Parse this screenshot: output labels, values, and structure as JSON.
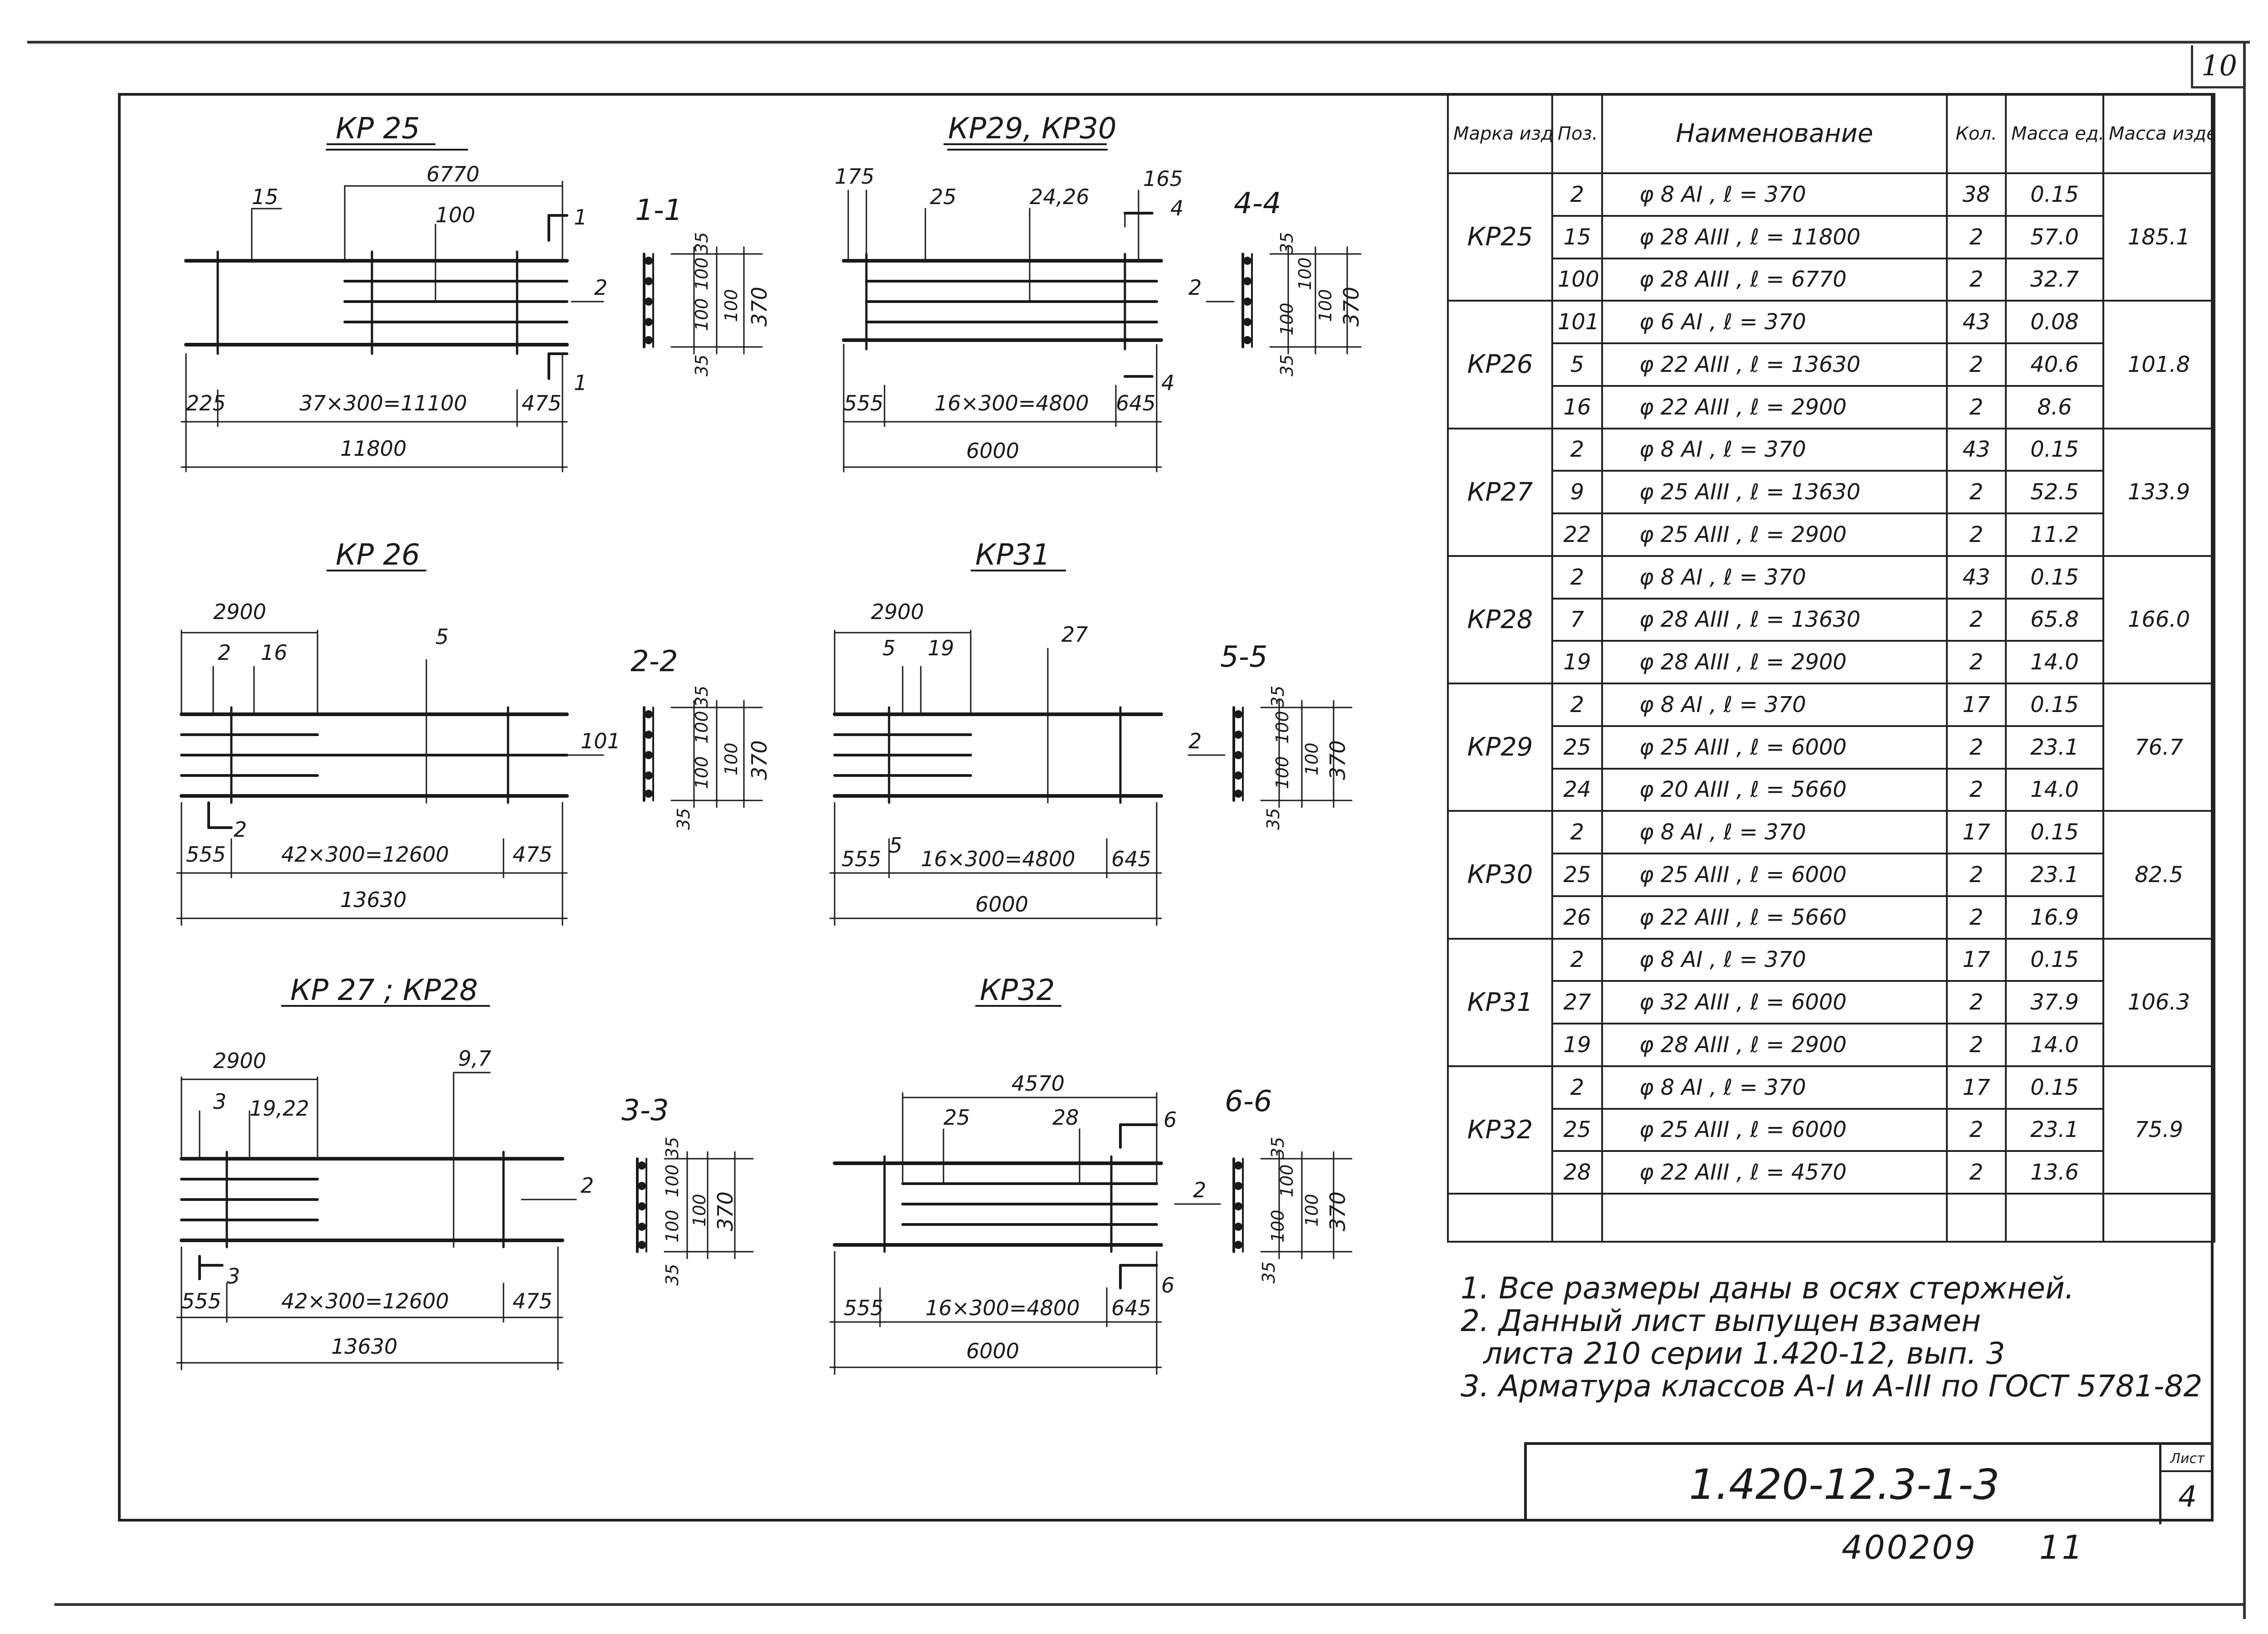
{
  "sheet": {
    "top_number": "10",
    "stamp_code": "1.420-12.3-1-3",
    "stamp_sheet_label": "Лист",
    "stamp_sheet_number": "4",
    "archive_number": "400209",
    "archive_suffix": "11"
  },
  "details": {
    "kr25": {
      "title": "КР 25",
      "section": "1-1",
      "section_mark": "1",
      "dims_top": [
        "15",
        "6770",
        "100"
      ],
      "bar_label": "2",
      "spacing": "37×300=11100",
      "left_offset": "225",
      "right_offset": "475",
      "total": "11800",
      "sec_dims": [
        "35",
        "100",
        "100",
        "100",
        "35",
        "370"
      ]
    },
    "kr29": {
      "title": "КР29, КР30",
      "section": "4-4",
      "section_mark": "4",
      "dims_top": [
        "175",
        "25",
        "24,26",
        "165"
      ],
      "bar_label": "2",
      "spacing": "16×300=4800",
      "left_offset": "555",
      "right_offset": "645",
      "total": "6000",
      "sec_dims": [
        "35",
        "100",
        "100",
        "100",
        "35",
        "370"
      ]
    },
    "kr26": {
      "title": "КР 26",
      "section": "2-2",
      "section_mark": "2",
      "dims_top": [
        "2900",
        "2",
        "16",
        "5"
      ],
      "bar_label": "101",
      "spacing": "42×300=12600",
      "left_offset": "555",
      "right_offset": "475",
      "total": "13630",
      "sec_dims": [
        "35",
        "100",
        "100",
        "100",
        "35",
        "370"
      ]
    },
    "kr31": {
      "title": "КР31",
      "section": "5-5",
      "section_mark": "5",
      "dims_top": [
        "2900",
        "5",
        "19",
        "27"
      ],
      "bar_label": "2",
      "spacing": "16×300=4800",
      "left_offset": "555",
      "right_offset": "645",
      "total": "6000",
      "sec_dims": [
        "35",
        "100",
        "100",
        "100",
        "35",
        "370"
      ]
    },
    "kr27": {
      "title": "КР 27 ; КР28",
      "section": "3-3",
      "section_mark": "3",
      "dims_top": [
        "2900",
        "3",
        "19,22",
        "9,7"
      ],
      "bar_label": "2",
      "spacing": "42×300=12600",
      "left_offset": "555",
      "right_offset": "475",
      "total": "13630",
      "sec_dims": [
        "35",
        "100",
        "100",
        "100",
        "35",
        "370"
      ]
    },
    "kr32": {
      "title": "КР32",
      "section": "6-6",
      "section_mark": "6",
      "dims_top": [
        "4570",
        "25",
        "28"
      ],
      "bar_label": "2",
      "spacing": "16×300=4800",
      "left_offset": "555",
      "right_offset": "645",
      "total": "6000",
      "sec_dims": [
        "35",
        "100",
        "100",
        "100",
        "35",
        "370"
      ]
    }
  },
  "spec": {
    "headers": {
      "brand": "Марка изделия",
      "pos": "Поз.",
      "name": "Наименование",
      "qty": "Кол.",
      "unit_mass": "Масса ед. кг",
      "total_mass": "Масса изделия кг"
    },
    "groups": [
      {
        "brand": "КР25",
        "total": "185.1",
        "rows": [
          {
            "pos": "2",
            "name": "φ 8 AI , ℓ = 370",
            "qty": "38",
            "mass": "0.15"
          },
          {
            "pos": "15",
            "name": "φ 28 AIII , ℓ = 11800",
            "qty": "2",
            "mass": "57.0"
          },
          {
            "pos": "100",
            "name": "φ 28 AIII , ℓ = 6770",
            "qty": "2",
            "mass": "32.7"
          }
        ]
      },
      {
        "brand": "КР26",
        "total": "101.8",
        "rows": [
          {
            "pos": "101",
            "name": "φ 6 AI , ℓ = 370",
            "qty": "43",
            "mass": "0.08"
          },
          {
            "pos": "5",
            "name": "φ 22 AIII , ℓ = 13630",
            "qty": "2",
            "mass": "40.6"
          },
          {
            "pos": "16",
            "name": "φ 22 AIII , ℓ = 2900",
            "qty": "2",
            "mass": "8.6"
          }
        ]
      },
      {
        "brand": "КР27",
        "total": "133.9",
        "rows": [
          {
            "pos": "2",
            "name": "φ 8 AI , ℓ = 370",
            "qty": "43",
            "mass": "0.15"
          },
          {
            "pos": "9",
            "name": "φ 25 AIII , ℓ = 13630",
            "qty": "2",
            "mass": "52.5"
          },
          {
            "pos": "22",
            "name": "φ 25 AIII , ℓ = 2900",
            "qty": "2",
            "mass": "11.2"
          }
        ]
      },
      {
        "brand": "КР28",
        "total": "166.0",
        "rows": [
          {
            "pos": "2",
            "name": "φ 8 AI , ℓ = 370",
            "qty": "43",
            "mass": "0.15"
          },
          {
            "pos": "7",
            "name": "φ 28 AIII , ℓ = 13630",
            "qty": "2",
            "mass": "65.8"
          },
          {
            "pos": "19",
            "name": "φ 28 AIII , ℓ = 2900",
            "qty": "2",
            "mass": "14.0"
          }
        ]
      },
      {
        "brand": "КР29",
        "total": "76.7",
        "rows": [
          {
            "pos": "2",
            "name": "φ 8 AI , ℓ = 370",
            "qty": "17",
            "mass": "0.15"
          },
          {
            "pos": "25",
            "name": "φ 25 AIII , ℓ = 6000",
            "qty": "2",
            "mass": "23.1"
          },
          {
            "pos": "24",
            "name": "φ 20 AIII , ℓ = 5660",
            "qty": "2",
            "mass": "14.0"
          }
        ]
      },
      {
        "brand": "КР30",
        "total": "82.5",
        "rows": [
          {
            "pos": "2",
            "name": "φ 8 AI , ℓ = 370",
            "qty": "17",
            "mass": "0.15"
          },
          {
            "pos": "25",
            "name": "φ 25 AIII , ℓ = 6000",
            "qty": "2",
            "mass": "23.1"
          },
          {
            "pos": "26",
            "name": "φ 22 AIII , ℓ = 5660",
            "qty": "2",
            "mass": "16.9"
          }
        ]
      },
      {
        "brand": "КР31",
        "total": "106.3",
        "rows": [
          {
            "pos": "2",
            "name": "φ 8 AI , ℓ = 370",
            "qty": "17",
            "mass": "0.15"
          },
          {
            "pos": "27",
            "name": "φ 32 AIII , ℓ = 6000",
            "qty": "2",
            "mass": "37.9"
          },
          {
            "pos": "19",
            "name": "φ 28 AIII , ℓ = 2900",
            "qty": "2",
            "mass": "14.0"
          }
        ]
      },
      {
        "brand": "КР32",
        "total": "75.9",
        "rows": [
          {
            "pos": "2",
            "name": "φ 8 AI , ℓ = 370",
            "qty": "17",
            "mass": "0.15"
          },
          {
            "pos": "25",
            "name": "φ 25 AIII , ℓ = 6000",
            "qty": "2",
            "mass": "23.1"
          },
          {
            "pos": "28",
            "name": "φ 22 AIII , ℓ = 4570",
            "qty": "2",
            "mass": "13.6"
          }
        ]
      }
    ]
  },
  "notes": [
    "1. Все размеры даны в осях стержней.",
    "2. Данный лист выпущен взамен",
    "листа 210 серии 1.420-12, вып. 3",
    "3. Арматура классов А-I и А-III по ГОСТ 5781-82"
  ]
}
